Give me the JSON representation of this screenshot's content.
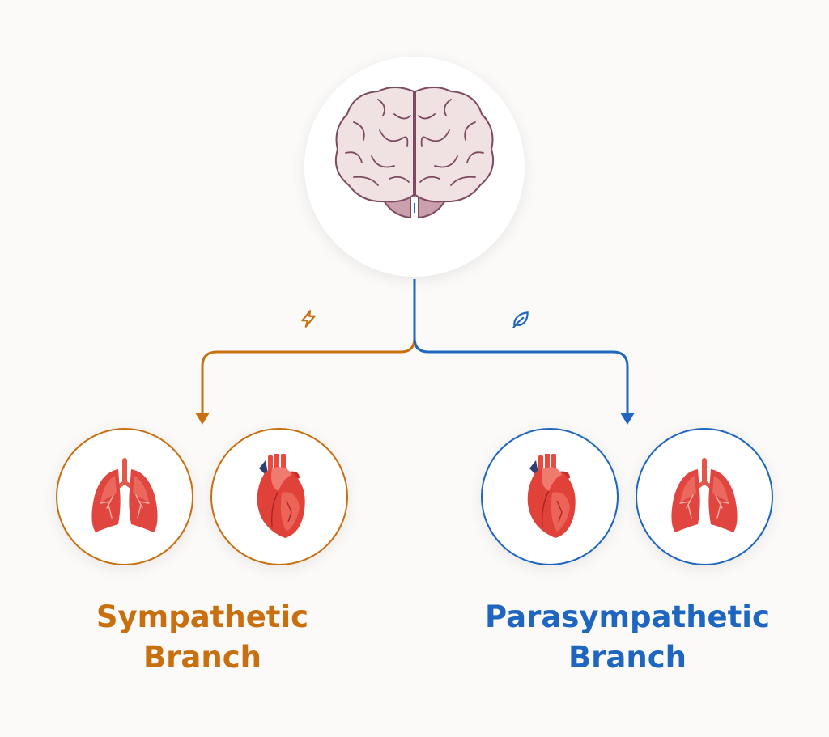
{
  "diagram": {
    "title": "Autonomic Nervous System Branches",
    "root": {
      "name": "Brain",
      "icon": "brain-icon"
    },
    "colors": {
      "background": "#fbfaf8",
      "sympathetic": "#c8700f",
      "parasympathetic": "#1e66c0",
      "organ_red": "#e0423a"
    },
    "branches": [
      {
        "id": "sympathetic",
        "label_line1": "Sympathetic",
        "label_line2": "Branch",
        "symbol": "lightning-bolt-icon",
        "organs": [
          "lungs-icon",
          "heart-icon"
        ]
      },
      {
        "id": "parasympathetic",
        "label_line1": "Parasympathetic",
        "label_line2": "Branch",
        "symbol": "leaf-icon",
        "organs": [
          "heart-icon",
          "lungs-icon"
        ]
      }
    ]
  }
}
